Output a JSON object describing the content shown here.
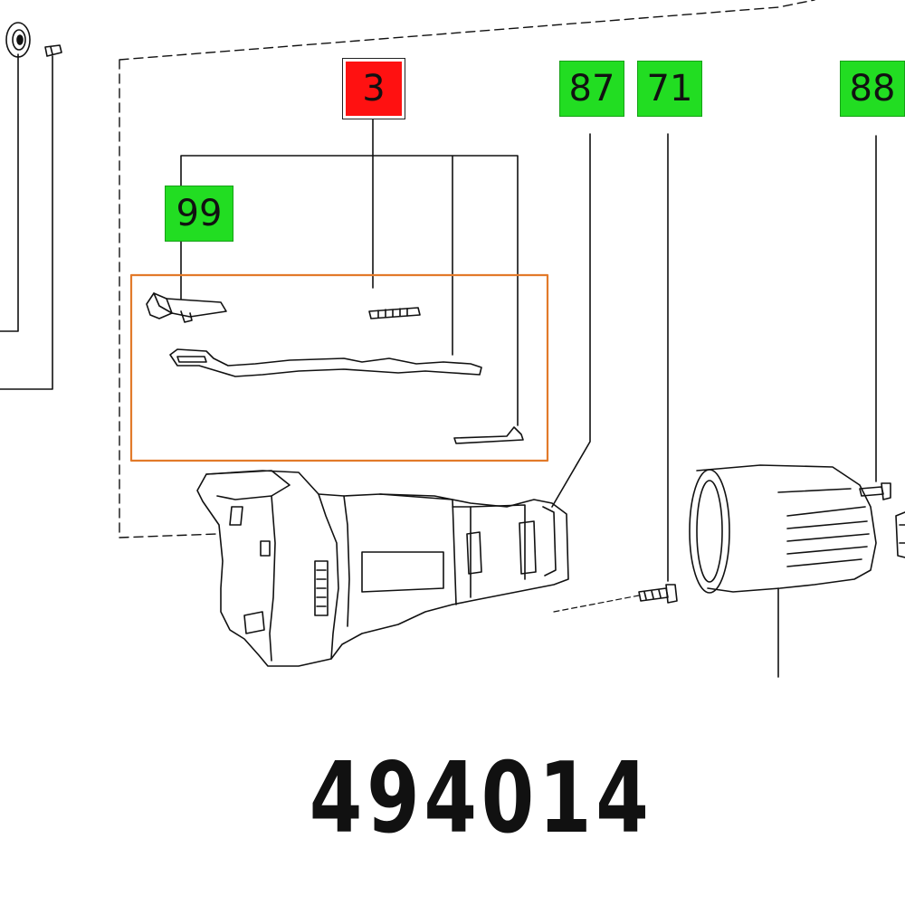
{
  "callouts": {
    "c3": "3",
    "c87": "87",
    "c71": "71",
    "c88": "88",
    "c99": "99"
  },
  "part_number": "494014",
  "colors": {
    "callout_green": "#22dd22",
    "callout_red": "#ff1111",
    "highlight_box": "#e27a2a",
    "line_art": "#111111"
  }
}
